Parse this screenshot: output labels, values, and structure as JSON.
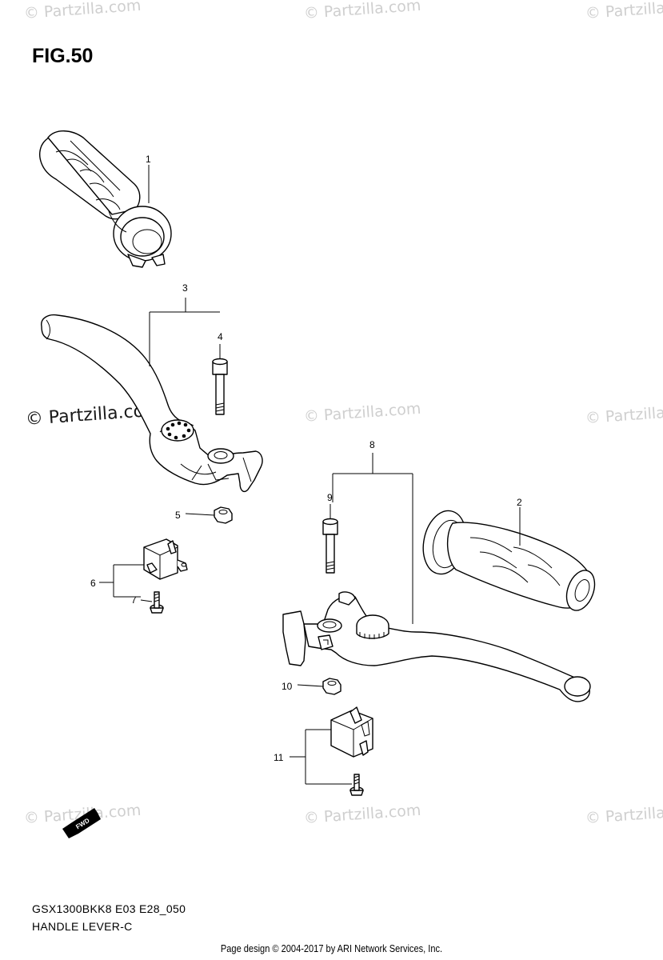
{
  "figure": {
    "title": "FIG.50"
  },
  "watermarks": {
    "text": "© Partzilla.com",
    "primary": "© Partzilla.com"
  },
  "callouts": [
    {
      "number": "1",
      "part": "grip"
    },
    {
      "number": "2",
      "part": "grip"
    },
    {
      "number": "3",
      "part": "lever-assembly"
    },
    {
      "number": "4",
      "part": "bolt"
    },
    {
      "number": "5",
      "part": "nut"
    },
    {
      "number": "6",
      "part": "switch-assembly"
    },
    {
      "number": "7",
      "part": "screw"
    },
    {
      "number": "8",
      "part": "lever-assembly"
    },
    {
      "number": "9",
      "part": "bolt"
    },
    {
      "number": "10",
      "part": "nut"
    },
    {
      "number": "11",
      "part": "switch-assembly"
    }
  ],
  "fwd_label": "FWD",
  "diagram_code": "GSX1300BKK8 E03 E28_050",
  "diagram_name": "HANDLE LEVER-C",
  "footer": "Page design © 2004-2017 by ARI Network Services, Inc."
}
